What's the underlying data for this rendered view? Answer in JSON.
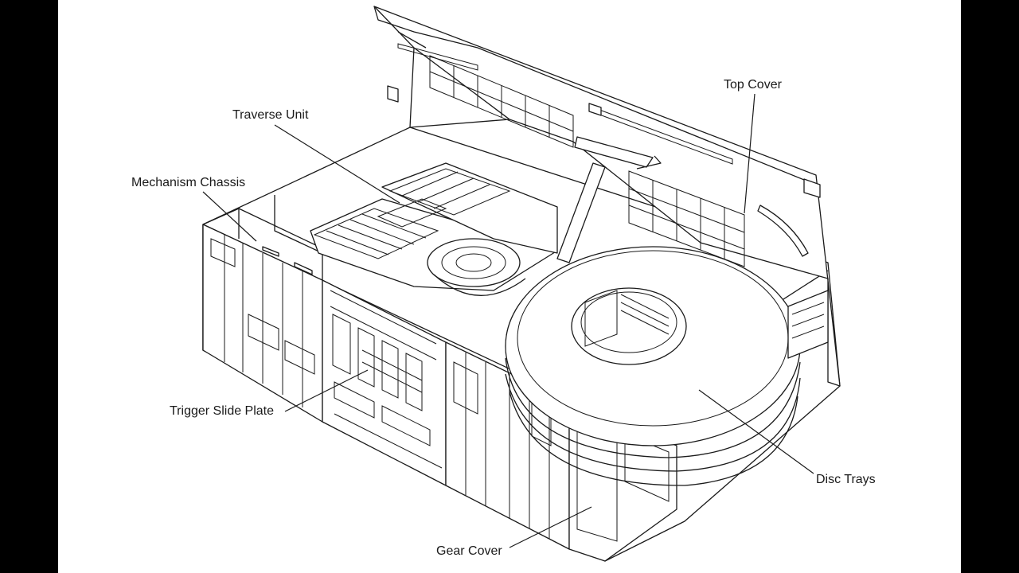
{
  "labels": {
    "top_cover": "Top Cover",
    "traverse_unit": "Traverse Unit",
    "mechanism_chassis": "Mechanism Chassis",
    "trigger_slide_plate": "Trigger Slide Plate",
    "disc_trays": "Disc Trays",
    "gear_cover": "Gear Cover"
  },
  "colors": {
    "background": "#000000",
    "panel": "#ffffff",
    "line": "#1a1a1a"
  }
}
